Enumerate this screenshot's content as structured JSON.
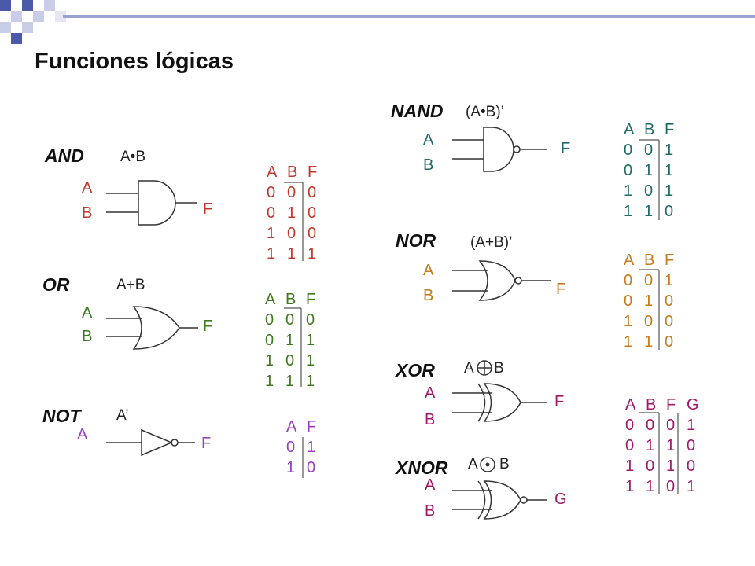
{
  "title": "Funciones lógicas",
  "colors": {
    "and": "#c0392b",
    "and_labels": "#c0392b",
    "or": "#3f7a1f",
    "not": "#9b3fc0",
    "nand": "#1f6b6b",
    "nor": "#c77a1a",
    "xor_xnor": "#a0196b",
    "wire": "#333333",
    "square_dark": "#4a5aa8",
    "square_light": "#c9cde8"
  },
  "gates": {
    "and": {
      "name": "AND",
      "expr": "A•B",
      "in_a": "A",
      "in_b": "B",
      "out": "F"
    },
    "or": {
      "name": "OR",
      "expr": "A+B",
      "in_a": "A",
      "in_b": "B",
      "out": "F"
    },
    "not": {
      "name": "NOT",
      "expr": "A’",
      "in_a": "A",
      "out": "F"
    },
    "nand": {
      "name": "NAND",
      "expr": "(A•B)’",
      "in_a": "A",
      "in_b": "B",
      "out": "F"
    },
    "nor": {
      "name": "NOR",
      "expr": "(A+B)’",
      "in_a": "A",
      "in_b": "B",
      "out": "F"
    },
    "xor": {
      "name": "XOR",
      "expr_a": "A",
      "expr_b": "B",
      "in_a": "A",
      "in_b": "B",
      "out": "F"
    },
    "xnor": {
      "name": "XNOR",
      "expr_a": "A",
      "expr_b": "B",
      "in_a": "A",
      "in_b": "B",
      "out": "G"
    }
  },
  "tables": {
    "and": {
      "headers": [
        "A",
        "B",
        "F"
      ],
      "rows": [
        [
          "0",
          "0",
          "0"
        ],
        [
          "0",
          "1",
          "0"
        ],
        [
          "1",
          "0",
          "0"
        ],
        [
          "1",
          "1",
          "1"
        ]
      ]
    },
    "or": {
      "headers": [
        "A",
        "B",
        "F"
      ],
      "rows": [
        [
          "0",
          "0",
          "0"
        ],
        [
          "0",
          "1",
          "1"
        ],
        [
          "1",
          "0",
          "1"
        ],
        [
          "1",
          "1",
          "1"
        ]
      ]
    },
    "not": {
      "headers": [
        "A",
        "F"
      ],
      "rows": [
        [
          "0",
          "1"
        ],
        [
          "1",
          "0"
        ]
      ]
    },
    "nand": {
      "headers": [
        "A",
        "B",
        "F"
      ],
      "rows": [
        [
          "0",
          "0",
          "1"
        ],
        [
          "0",
          "1",
          "1"
        ],
        [
          "1",
          "0",
          "1"
        ],
        [
          "1",
          "1",
          "0"
        ]
      ]
    },
    "nor": {
      "headers": [
        "A",
        "B",
        "F"
      ],
      "rows": [
        [
          "0",
          "0",
          "1"
        ],
        [
          "0",
          "1",
          "0"
        ],
        [
          "1",
          "0",
          "0"
        ],
        [
          "1",
          "1",
          "0"
        ]
      ]
    },
    "xor_xnor": {
      "headers": [
        "A",
        "B",
        "F",
        "G"
      ],
      "rows": [
        [
          "0",
          "0",
          "0",
          "1"
        ],
        [
          "0",
          "1",
          "1",
          "0"
        ],
        [
          "1",
          "0",
          "1",
          "0"
        ],
        [
          "1",
          "1",
          "0",
          "1"
        ]
      ]
    }
  }
}
